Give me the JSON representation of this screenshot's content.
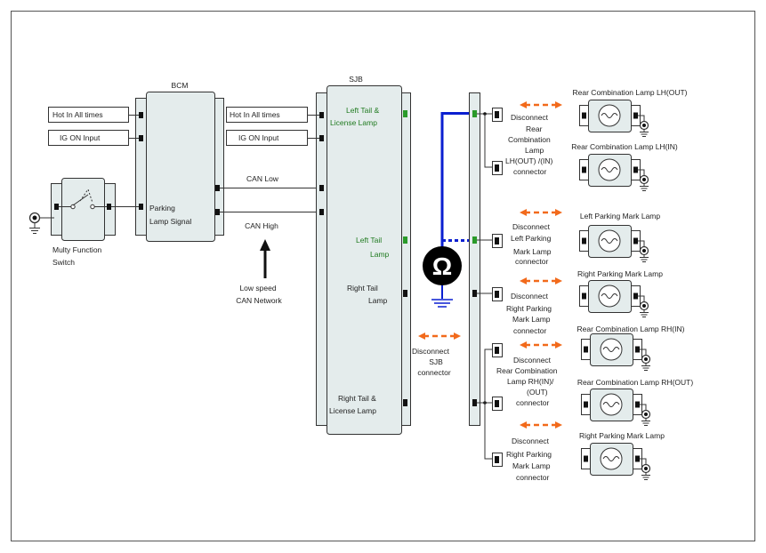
{
  "colors": {
    "frame": "#555555",
    "module_fill": "#e4ecec",
    "module_stroke": "#333333",
    "wire": "#333333",
    "probe_wire": "#0a1fd0",
    "arrow": "#f26a1b",
    "pin_active": "#2a9a2a",
    "green_text": "#1f7a1f"
  },
  "bcm": {
    "title": "BCM",
    "inputs": [
      "Hot In All times",
      "IG ON Input"
    ],
    "parking_signal": [
      "Parking",
      "Lamp Signal"
    ]
  },
  "switch": {
    "label": [
      "Multy Function",
      "Switch"
    ]
  },
  "can": {
    "low": "CAN Low",
    "high": "CAN High",
    "network": [
      "Low speed",
      "CAN Network"
    ]
  },
  "sjb": {
    "title": "SJB",
    "inputs": [
      "Hot In All times",
      "IG ON Input"
    ],
    "outputs": [
      {
        "label": [
          "Left Tail &",
          "License Lamp"
        ],
        "highlight": true
      },
      {
        "label": [
          "Left Tail",
          "Lamp"
        ],
        "highlight": true
      },
      {
        "label": [
          "Right Tail",
          "Lamp"
        ],
        "highlight": false
      },
      {
        "label": [
          "Right Tail &",
          "License Lamp"
        ],
        "highlight": false
      }
    ],
    "disconnect": [
      "Disconnect",
      "SJB",
      "connector"
    ]
  },
  "meter": {
    "symbol": "Ω"
  },
  "connectors": [
    [
      "Disconnect",
      "Rear",
      "Combination",
      "Lamp",
      "LH(OUT) /(IN)",
      "connector"
    ],
    [
      "Disconnect",
      "Left Parking",
      "Mark Lamp",
      "connector"
    ],
    [
      "Disconnect",
      "Right Parking",
      "Mark Lamp",
      "connector"
    ],
    [
      "Disconnect",
      "Rear Combination",
      "Lamp RH(IN)/",
      "(OUT)",
      "connector"
    ],
    [
      "Disconnect",
      "Right Parking",
      "Mark Lamp",
      "connector"
    ]
  ],
  "lamps": [
    "Rear Combination Lamp LH(OUT)",
    "Rear Combination Lamp LH(IN)",
    "Left Parking Mark Lamp",
    "Right Parking Mark Lamp",
    "Rear Combination Lamp RH(IN)",
    "Rear Combination Lamp RH(OUT)",
    "Right Parking Mark Lamp"
  ]
}
